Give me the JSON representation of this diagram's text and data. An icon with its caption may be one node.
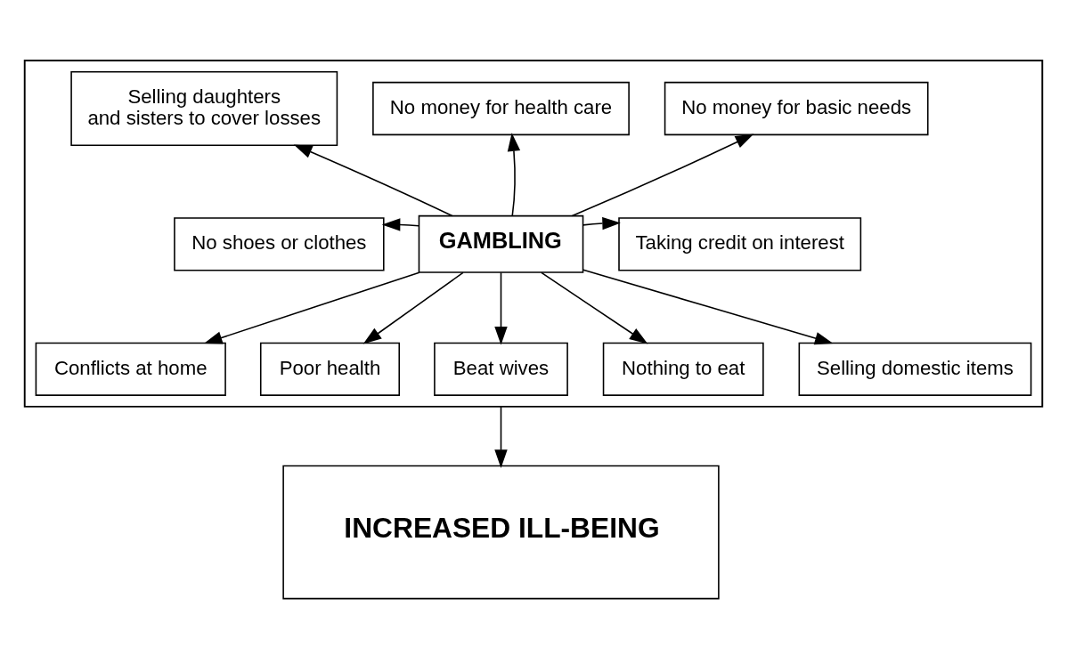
{
  "diagram": {
    "nodes": [
      {
        "text": [],
        "shape": "box"
      },
      {
        "text": [
          "GAMBLING"
        ],
        "in": 0
      },
      {
        "text": [
          "Selling daughters and sisters to cover losses"
        ],
        "in": 0
      },
      {
        "text": [
          "No money for health care"
        ],
        "in": 0
      },
      {
        "text": [
          "No money for basic needs"
        ],
        "in": 0
      },
      {
        "text": [
          "No shoes or clothes"
        ],
        "in": 0
      },
      {
        "text": [
          "Taking credit on interest"
        ],
        "in": 0
      },
      {
        "text": [
          "Conflicts at home"
        ],
        "in": 0
      },
      {
        "text": [
          "Poor health"
        ],
        "in": 0
      },
      {
        "text": [
          "Beat wives"
        ],
        "in": 0
      },
      {
        "text": [
          "Nothing to eat"
        ],
        "in": 0
      },
      {
        "text": [
          "Selling domestic items"
        ],
        "in": 0
      },
      {
        "text": [
          "INCREASED ILL-BEING"
        ]
      }
    ],
    "edges": [
      {
        "from": 1,
        "to": 2,
        "arrow": "to"
      },
      {
        "from": 1,
        "to": 3,
        "arrow": "to"
      },
      {
        "from": 1,
        "to": 4,
        "arrow": "to"
      },
      {
        "from": 1,
        "to": 5,
        "arrow": "to"
      },
      {
        "from": 1,
        "to": 6,
        "arrow": "to"
      },
      {
        "from": 1,
        "to": 7,
        "arrow": "to"
      },
      {
        "from": 1,
        "to": 8,
        "arrow": "to"
      },
      {
        "from": 1,
        "to": 9,
        "arrow": "to"
      },
      {
        "from": 1,
        "to": 10,
        "arrow": "to"
      },
      {
        "from": 1,
        "to": 11,
        "arrow": "to"
      },
      {
        "from": 0,
        "to": 12,
        "arrow": "to"
      }
    ]
  }
}
